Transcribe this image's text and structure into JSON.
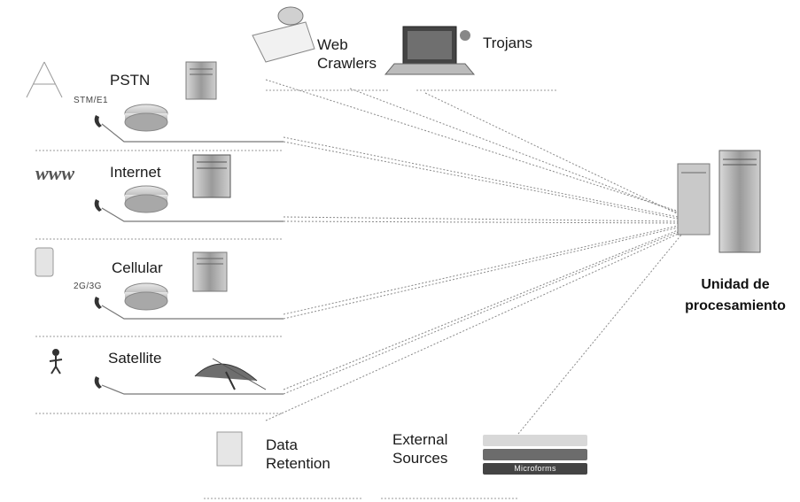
{
  "nodes": {
    "web_crawlers": "Web\nCrawlers",
    "trojans": "Trojans",
    "pstn": "PSTN",
    "pstn_sub": "STM/E1",
    "internet": "Internet",
    "cellular": "Cellular",
    "cellular_sub": "2G/3G",
    "satellite": "Satellite",
    "data_retention": "Data\nRetention",
    "external_sources": "External\nSources",
    "processing_unit": "Unidad de\nprocesamiento"
  },
  "external_badges": [
    "",
    "",
    "Microforms"
  ]
}
